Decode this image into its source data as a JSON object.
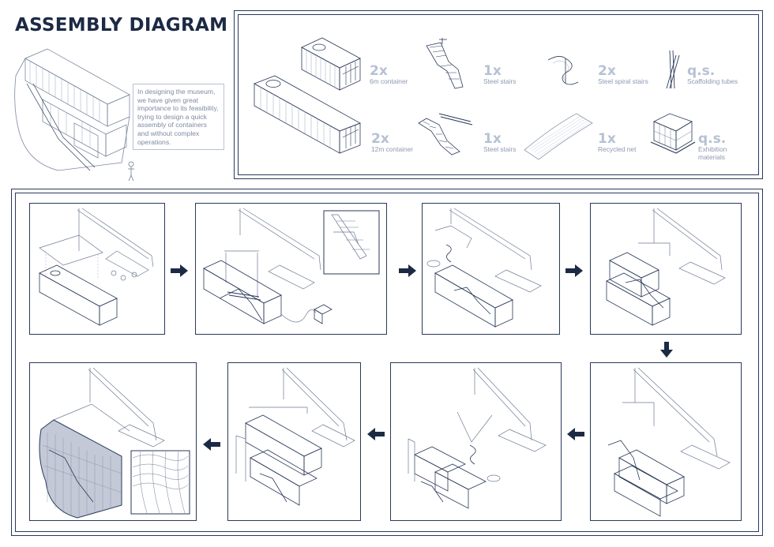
{
  "title": "ASSEMBLY DIAGRAM",
  "note": "In designing the museum, we have given great importance to its feasibility, trying to design a quick assembly of containers and without complex operations.",
  "legend": [
    {
      "qty": "2x",
      "label": "6m container",
      "icon": "container-6m-icon"
    },
    {
      "qty": "1x",
      "label": "Steel stairs",
      "icon": "steel-stairs-icon"
    },
    {
      "qty": "2x",
      "label": "Steel spiral stairs",
      "icon": "spiral-stairs-icon"
    },
    {
      "qty": "q.s.",
      "label": "Scaffolding tubes",
      "icon": "scaffolding-tubes-icon"
    },
    {
      "qty": "2x",
      "label": "12m container",
      "icon": "container-12m-icon"
    },
    {
      "qty": "1x",
      "label": "Steel stairs",
      "icon": "steel-stairs-2-icon"
    },
    {
      "qty": "1x",
      "label": "Recycled net",
      "icon": "recycled-net-icon"
    },
    {
      "qty": "q.s.",
      "label": "Exhibition materials",
      "icon": "exhibition-materials-icon"
    }
  ],
  "colors": {
    "navy": "#1c2a44",
    "line": "#6d7b94",
    "muted": "#b6c1d3",
    "net": "#9aa6bd"
  }
}
